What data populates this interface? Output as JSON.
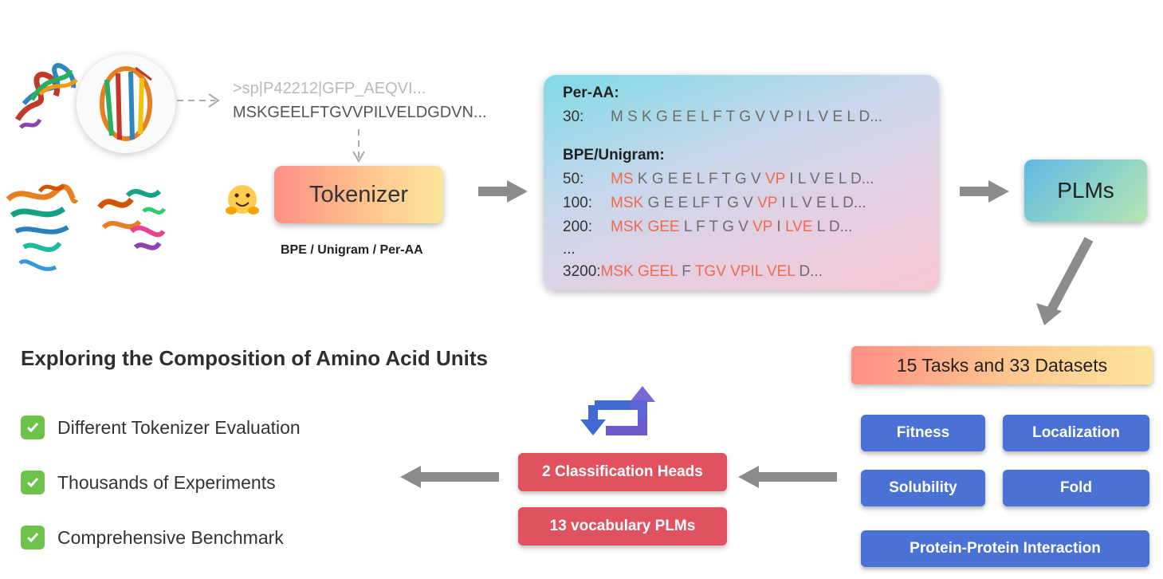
{
  "sequence": {
    "header": ">sp|P42212|GFP_AEQVI...",
    "residues": "MSKGEELFTGVVPILVELDGDVN..."
  },
  "tokenizer": {
    "label": "Tokenizer",
    "methods": "BPE / Unigram / Per-AA"
  },
  "tokenization_panel": {
    "per_aa_title": "Per-AA:",
    "per_aa_row": {
      "size": "30:",
      "seq": "M S K G E E L F T G V V P I L V E L D..."
    },
    "bpe_title": "BPE/Unigram:",
    "bpe_rows": [
      {
        "size": "50:",
        "tokens": [
          {
            "t": "MS",
            "hl": true
          },
          {
            "t": " K G E E L F T G V ",
            "hl": false
          },
          {
            "t": "VP",
            "hl": true
          },
          {
            "t": " I L V E L D...",
            "hl": false
          }
        ]
      },
      {
        "size": "100:",
        "tokens": [
          {
            "t": "MSK",
            "hl": true
          },
          {
            "t": " G E E LF T G V ",
            "hl": false
          },
          {
            "t": "VP",
            "hl": true
          },
          {
            "t": " I L V E L D...",
            "hl": false
          }
        ]
      },
      {
        "size": "200:",
        "tokens": [
          {
            "t": "MSK GEE",
            "hl": true
          },
          {
            "t": " L F T G V ",
            "hl": false
          },
          {
            "t": "VP",
            "hl": true
          },
          {
            "t": " I ",
            "hl": false
          },
          {
            "t": "LVE",
            "hl": true
          },
          {
            "t": " L D...",
            "hl": false
          }
        ]
      }
    ],
    "ellipsis": "...",
    "last_row": {
      "size": "3200:",
      "tokens": [
        {
          "t": "MSK GEEL",
          "hl": true
        },
        {
          "t": " F ",
          "hl": false
        },
        {
          "t": "TGV VPIL VEL",
          "hl": true
        },
        {
          "t": " D...",
          "hl": false
        }
      ]
    }
  },
  "models": {
    "label": "PLMs"
  },
  "benchmark": {
    "tasks_label": "15 Tasks and 33 Datasets",
    "task_buttons": [
      "Fitness",
      "Localization",
      "Solubility",
      "Fold",
      "Protein-Protein Interaction"
    ]
  },
  "training": {
    "heads_label": "2 Classification Heads",
    "vocab_label": "13 vocabulary PLMs"
  },
  "exploration": {
    "title": "Exploring the Composition of Amino Acid Units",
    "items": [
      "Different Tokenizer Evaluation",
      "Thousands of Experiments",
      "Comprehensive Benchmark"
    ]
  },
  "colors": {
    "highlight": "#ef6a4e",
    "task_blue": "#4a72d6",
    "head_red": "#e0525f",
    "check_green": "#6cc24a",
    "arrow_gray": "#8c8c8c"
  }
}
